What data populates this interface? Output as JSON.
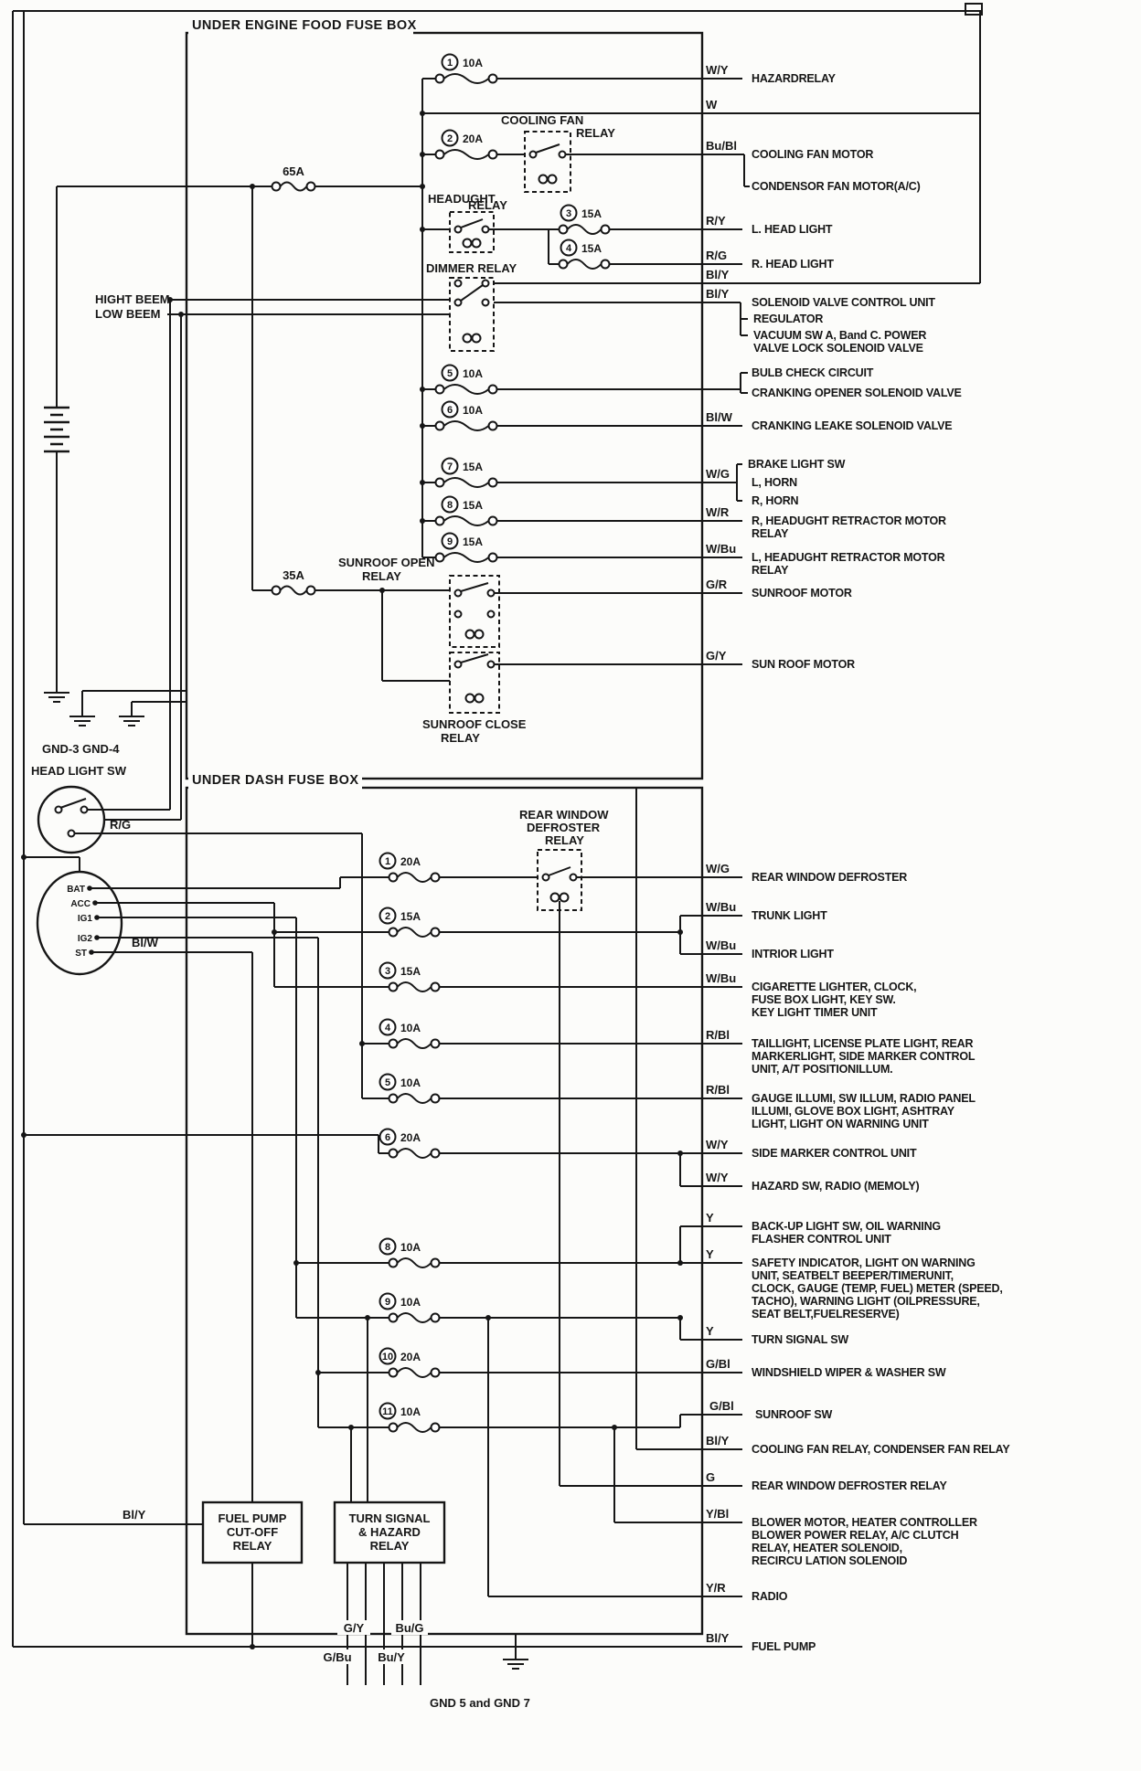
{
  "diagram": {
    "engine_box_title": "UNDER ENGINE FOOD FUSE BOX",
    "dash_box_title": "UNDER DASH FUSE BOX",
    "main_fuses": {
      "engine_main": "65A",
      "sunroof": "35A"
    },
    "engine_fuses": [
      {
        "num": "1",
        "amp": "10A"
      },
      {
        "num": "2",
        "amp": "20A"
      },
      {
        "num": "3",
        "amp": "15A"
      },
      {
        "num": "4",
        "amp": "15A"
      },
      {
        "num": "5",
        "amp": "10A"
      },
      {
        "num": "6",
        "amp": "10A"
      },
      {
        "num": "7",
        "amp": "15A"
      },
      {
        "num": "8",
        "amp": "15A"
      },
      {
        "num": "9",
        "amp": "15A"
      }
    ],
    "dash_fuses": [
      {
        "num": "1",
        "amp": "20A"
      },
      {
        "num": "2",
        "amp": "15A"
      },
      {
        "num": "3",
        "amp": "15A"
      },
      {
        "num": "4",
        "amp": "10A"
      },
      {
        "num": "5",
        "amp": "10A"
      },
      {
        "num": "6",
        "amp": "20A"
      },
      {
        "num": "8",
        "amp": "10A"
      },
      {
        "num": "9",
        "amp": "10A"
      },
      {
        "num": "10",
        "amp": "20A"
      },
      {
        "num": "11",
        "amp": "10A"
      }
    ],
    "relays": {
      "cooling_fan": [
        "COOLING FAN",
        "RELAY"
      ],
      "headlight": [
        "HEADUGHT",
        "RELAY"
      ],
      "dimmer": "DIMMER RELAY",
      "sunroof_open": [
        "SUNROOF OPEN",
        "RELAY"
      ],
      "sunroof_close": [
        "SUNROOF CLOSE",
        "RELAY"
      ],
      "defroster": [
        "REAR WINDOW",
        "DEFROSTER",
        "RELAY"
      ],
      "fuel_pump": [
        "FUEL PUMP",
        "CUT-OFF",
        "RELAY"
      ],
      "turn_signal": [
        "TURN SIGNAL",
        "& HAZARD",
        "RELAY"
      ]
    },
    "left_labels": {
      "high_beam": "HIGHT BEEM",
      "low_beam": "LOW BEEM",
      "gnd34": "GND-3 GND-4",
      "headlight_sw": "HEAD LIGHT SW",
      "rg": "R/G",
      "blw": "Bl/W",
      "bly": "Bl/Y",
      "gnd57": "GND 5 and GND 7",
      "bottom_wires": [
        "G/Y",
        "Bu/G",
        "G/Bu",
        "Bu/Y"
      ]
    },
    "ignition_terminals": [
      "BAT",
      "ACC",
      "IG1",
      "IG2",
      "ST"
    ],
    "engine_outputs": [
      {
        "code": "W/Y",
        "lines": [
          "HAZARDRELAY"
        ]
      },
      {
        "code": "W",
        "lines": []
      },
      {
        "code": "Bu/Bl",
        "lines": [
          "COOLING FAN MOTOR",
          "CONDENSOR FAN MOTOR(A/C)"
        ]
      },
      {
        "code": "R/Y",
        "lines": [
          "L. HEAD LIGHT"
        ]
      },
      {
        "code": "R/G",
        "lines": [
          "R. HEAD LIGHT"
        ]
      },
      {
        "code": "Bl/Y",
        "lines": []
      },
      {
        "code": "Bl/Y",
        "lines": [
          "SOLENOID VALVE CONTROL UNIT",
          "REGULATOR",
          "VACUUM SW A, Band C. POWER",
          "VALVE LOCK SOLENOID VALVE"
        ]
      },
      {
        "code": "",
        "lines": [
          "BULB CHECK CIRCUIT",
          "CRANKING OPENER SOLENOID VALVE"
        ]
      },
      {
        "code": "Bl/W",
        "lines": [
          "CRANKING LEAKE SOLENOID VALVE"
        ]
      },
      {
        "code": "W/G",
        "lines": [
          "BRAKE LIGHT SW",
          "L, HORN",
          "R, HORN"
        ]
      },
      {
        "code": "W/R",
        "lines": [
          "R, HEADUGHT RETRACTOR MOTOR",
          "RELAY"
        ]
      },
      {
        "code": "W/Bu",
        "lines": [
          "L, HEADUGHT RETRACTOR MOTOR",
          "RELAY"
        ]
      },
      {
        "code": "G/R",
        "lines": [
          "SUNROOF MOTOR"
        ]
      },
      {
        "code": "G/Y",
        "lines": [
          "SUN ROOF MOTOR"
        ]
      }
    ],
    "dash_outputs": [
      {
        "code": "W/G",
        "lines": [
          "REAR WINDOW DEFROSTER"
        ]
      },
      {
        "code": "W/Bu",
        "lines": [
          "TRUNK LIGHT"
        ]
      },
      {
        "code": "W/Bu",
        "lines": [
          "INTRIOR LIGHT"
        ]
      },
      {
        "code": "W/Bu",
        "lines": [
          "CIGARETTE LIGHTER, CLOCK,",
          "FUSE BOX LIGHT, KEY SW.",
          "KEY LIGHT TIMER UNIT"
        ]
      },
      {
        "code": "R/Bl",
        "lines": [
          "TAILLIGHT, LICENSE PLATE LIGHT, REAR",
          "MARKERLIGHT, SIDE MARKER CONTROL",
          "UNIT, A/T POSITIONILLUM."
        ]
      },
      {
        "code": "R/Bl",
        "lines": [
          "GAUGE ILLUMI, SW ILLUM, RADIO PANEL",
          "ILLUMI, GLOVE BOX LIGHT, ASHTRAY",
          "LIGHT, LIGHT ON WARNING UNIT"
        ]
      },
      {
        "code": "W/Y",
        "lines": [
          "SIDE MARKER CONTROL UNIT"
        ]
      },
      {
        "code": "W/Y",
        "lines": [
          "HAZARD SW, RADIO (MEMOLY)"
        ]
      },
      {
        "code": "Y",
        "lines": [
          "BACK-UP LIGHT SW, OIL WARNING",
          "FLASHER CONTROL UNIT"
        ]
      },
      {
        "code": "Y",
        "lines": [
          "SAFETY INDICATOR, LIGHT ON WARNING",
          "UNIT, SEATBELT BEEPER/TIMERUNIT,",
          "CLOCK, GAUGE (TEMP, FUEL) METER (SPEED,",
          "TACHO), WARNING LIGHT (OILPRESSURE,",
          "SEAT BELT,FUELRESERVE)"
        ]
      },
      {
        "code": "Y",
        "lines": [
          "TURN SIGNAL SW"
        ]
      },
      {
        "code": "G/Bl",
        "lines": [
          "WINDSHIELD WIPER & WASHER SW"
        ]
      },
      {
        "code": "G/Bl",
        "lines": [
          "SUNROOF SW"
        ]
      },
      {
        "code": "Bl/Y",
        "lines": [
          "COOLING FAN RELAY, CONDENSER FAN RELAY"
        ]
      },
      {
        "code": "G",
        "lines": [
          "REAR WINDOW DEFROSTER RELAY"
        ]
      },
      {
        "code": "Y/Bl",
        "lines": [
          "BLOWER MOTOR, HEATER CONTROLLER",
          "BLOWER POWER RELAY, A/C CLUTCH",
          "RELAY, HEATER SOLENOID,",
          "RECIRCU LATION SOLENOID"
        ]
      },
      {
        "code": "Y/R",
        "lines": [
          "RADIO"
        ]
      },
      {
        "code": "Bl/Y",
        "lines": [
          "FUEL PUMP"
        ]
      }
    ]
  }
}
